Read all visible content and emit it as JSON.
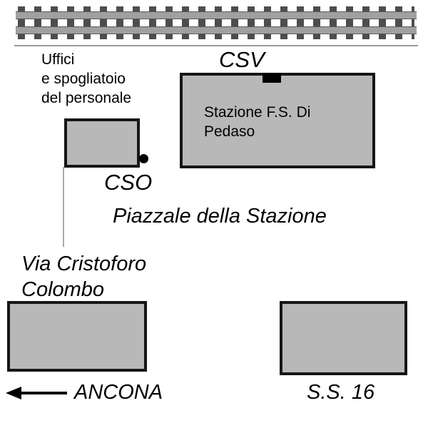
{
  "diagram": {
    "type": "station-area-map",
    "labels": {
      "offices": "Uffici\ne spogliatoio\ndel personale",
      "csv": "CSV",
      "station": "Stazione F.S. Di\nPedaso",
      "cso": "CSO",
      "piazzale": "Piazzale della Stazione",
      "via": "Via Cristoforo\nColombo",
      "ancona": "ANCONA",
      "ss16": "S.S. 16"
    }
  },
  "colors": {
    "building_fill": "#b8b8b8",
    "building_border": "#161616",
    "tie": "#4d4d4d",
    "rail": "#a0a0a0"
  }
}
